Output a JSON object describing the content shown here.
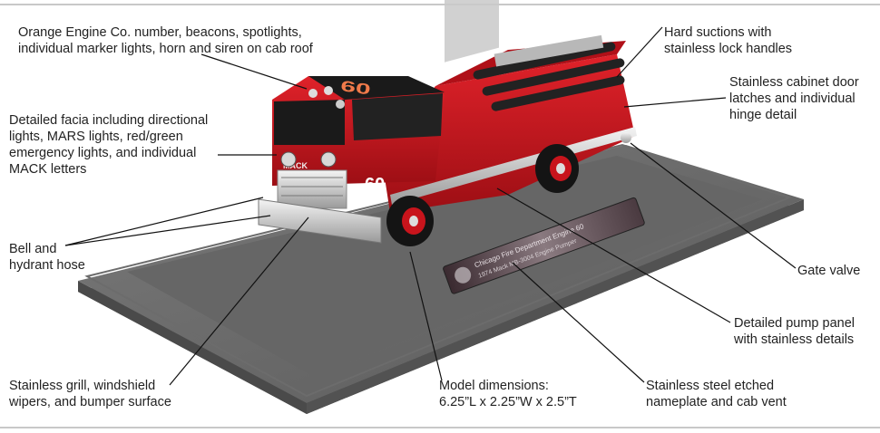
{
  "callouts": {
    "orange_engine": [
      "Orange Engine Co. number, beacons, spotlights,",
      "individual marker lights, horn and siren on cab roof"
    ],
    "hard_suctions": [
      "Hard suctions with",
      "stainless lock handles"
    ],
    "cabinet_door": [
      "Stainless cabinet door",
      "latches and individual",
      "hinge detail"
    ],
    "facia": [
      "Detailed facia including directional",
      "lights, MARS lights, red/green",
      "emergency lights, and individual",
      "MACK letters"
    ],
    "bell": [
      "Bell and",
      "hydrant hose"
    ],
    "gate_valve": [
      "Gate valve"
    ],
    "pump_panel": [
      "Detailed pump panel",
      "with stainless details"
    ],
    "grill": [
      "Stainless grill, windshield",
      "wipers, and bumper surface"
    ],
    "model_dimensions": [
      "Model dimensions:",
      "6.25”L x 2.25”W x 2.5”T"
    ],
    "nameplate": [
      "Stainless steel etched",
      "nameplate and cab vent"
    ]
  },
  "model": {
    "engine_number": "60",
    "cab_brand": "MACK",
    "nameplate_text": [
      "Chicago Fire Department Engine 60",
      "1974 Mack MB-3004 Engine Pumper"
    ]
  },
  "colors": {
    "engine_red": "#c8141c",
    "cab_black": "#1a1a1a",
    "roof_orange": "#f07a4a",
    "base_gray": "#5e5e5e",
    "callout_text": "#222222",
    "leader_line": "#111111"
  }
}
